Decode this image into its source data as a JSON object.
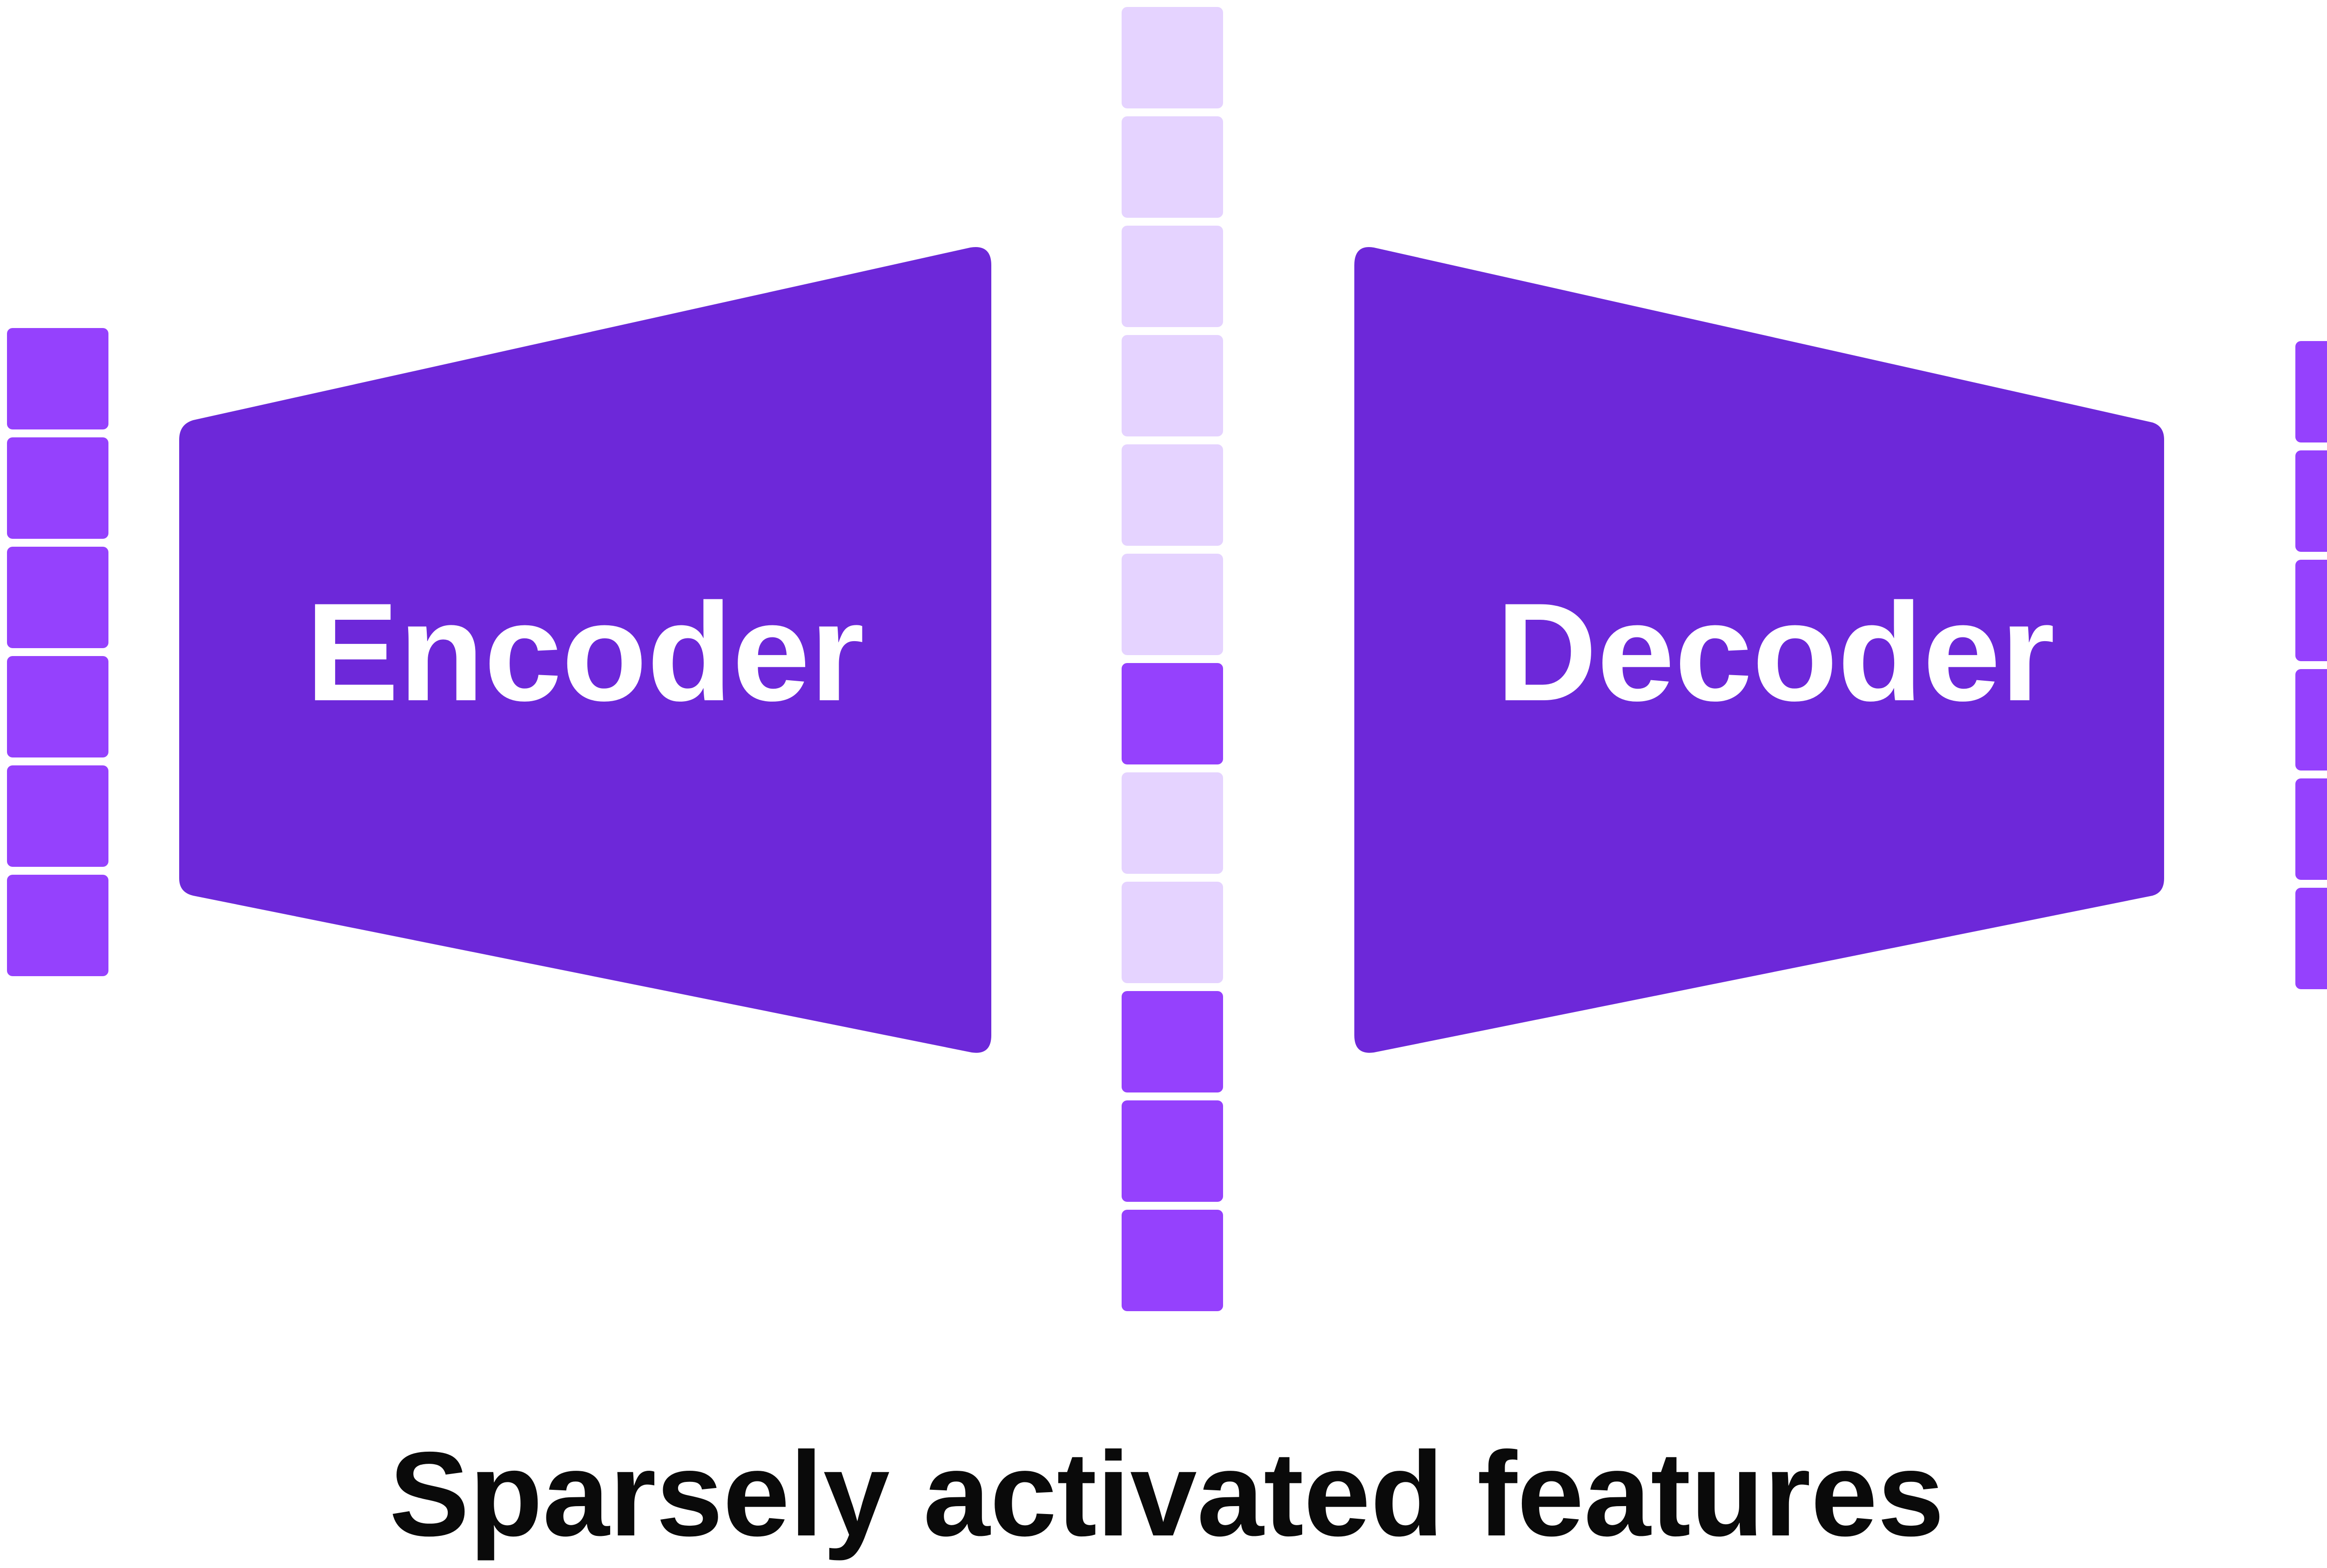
{
  "encoder": {
    "label": "Encoder"
  },
  "decoder": {
    "label": "Decoder"
  },
  "caption": "Sparsely activated features",
  "input_vector": {
    "cells": 6
  },
  "output_vector": {
    "cells": 6
  },
  "feature_vector": {
    "cells": 12,
    "active": [
      false,
      false,
      false,
      false,
      false,
      false,
      true,
      false,
      false,
      true,
      true,
      true
    ]
  },
  "colors": {
    "block": "#6d28d9",
    "active_cell": "#9541fd",
    "inactive_cell": "#e5d3ff",
    "text_on_block": "#ffffff",
    "caption": "#0a0a0a"
  }
}
